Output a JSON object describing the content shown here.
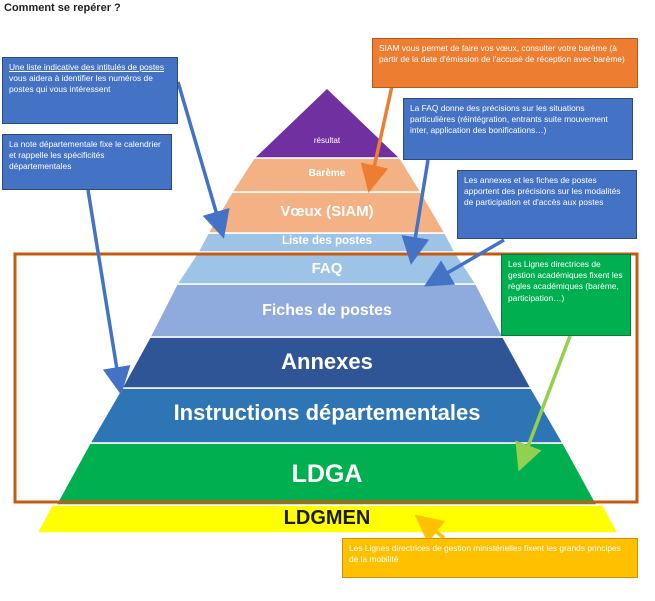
{
  "title": "Comment se repérer ?",
  "colors": {
    "resultat": "#7030A0",
    "bareme": "#F4B183",
    "voeux": "#F4B183",
    "liste": "#9DC3E6",
    "faq": "#9DC3E6",
    "fiches": "#8FAADC",
    "annexes": "#2F5597",
    "instructions": "#2E75B6",
    "ldga": "#00B050",
    "ldgmen": "#FFFF00",
    "frame": "#C55A11",
    "arrow_blue": "#4472C4",
    "arrow_orange": "#ED7D31",
    "arrow_green": "#92D050",
    "arrow_yellow": "#FFC000"
  },
  "pyramid": {
    "resultat": "résultat",
    "bareme": "Barème",
    "voeux": "Vœux (SIAM)",
    "liste": "Liste des postes",
    "faq": "FAQ",
    "fiches": "Fiches de postes",
    "annexes": "Annexes",
    "instructions": "Instructions départementales",
    "ldga": "LDGA",
    "ldgmen": "LDGMEN"
  },
  "callouts": {
    "liste_link": "Une liste indicative des intitulés de postes",
    "liste_rest": " vous aidera à identifier les numéros de postes qui vous intéressent",
    "note": "La note départementale fixe le calendrier et rappelle les spécificités départementales",
    "siam": "SIAM vous permet de faire vos vœux, consulter votre barème (à partir de la date d'émission de l'accusé de réception avec barème)",
    "faq": "La FAQ donne des précisions sur les situations particulières (réintégration, entrants suite mouvement inter, application des bonifications…)",
    "annexes": "Les annexes et les fiches de postes apportent des précisions sur les modalités de participation et d'accès aux postes",
    "ldga": "Les Lignes directrices de gestion académiques fixent les règles académiques (barème, participation…)",
    "ldgmen": "Les Lignes directrices de gestion ministérielles fixent les grands principes de la mobilité"
  }
}
